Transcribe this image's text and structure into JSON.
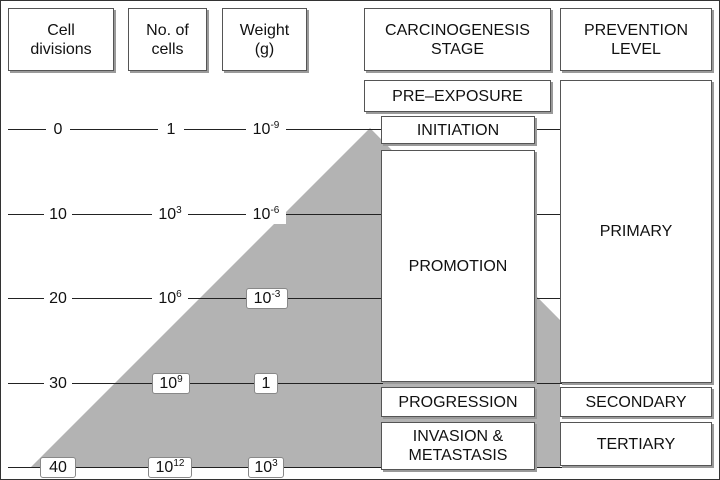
{
  "headers": {
    "cell_divisions": "Cell\ndivisions",
    "no_of_cells": "No. of\ncells",
    "weight": "Weight\n(g)",
    "carcinogenesis_stage": "CARCINOGENESIS\nSTAGE",
    "prevention_level": "PREVENTION\nLEVEL"
  },
  "rows": [
    {
      "divisions": "0",
      "cells_base": "1",
      "cells_exp": "",
      "weight_base": "10",
      "weight_exp": "-9"
    },
    {
      "divisions": "10",
      "cells_base": "10",
      "cells_exp": "3",
      "weight_base": "10",
      "weight_exp": "-6"
    },
    {
      "divisions": "20",
      "cells_base": "10",
      "cells_exp": "6",
      "weight_base": "10",
      "weight_exp": "-3"
    },
    {
      "divisions": "30",
      "cells_base": "10",
      "cells_exp": "9",
      "weight_base": "1",
      "weight_exp": ""
    },
    {
      "divisions": "40",
      "cells_base": "10",
      "cells_exp": "12",
      "weight_base": "10",
      "weight_exp": "3"
    }
  ],
  "stages": {
    "pre_exposure": "PRE–EXPOSURE",
    "initiation": "INITIATION",
    "promotion": "PROMOTION",
    "progression": "PROGRESSION",
    "invasion": "INVASION &\nMETASTASIS"
  },
  "prevention": {
    "primary": "PRIMARY",
    "secondary": "SECONDARY",
    "tertiary": "TERTIARY"
  },
  "colors": {
    "triangle": "#b3b3b3",
    "box_shadow": "#9a9a9a",
    "line": "#222222"
  }
}
